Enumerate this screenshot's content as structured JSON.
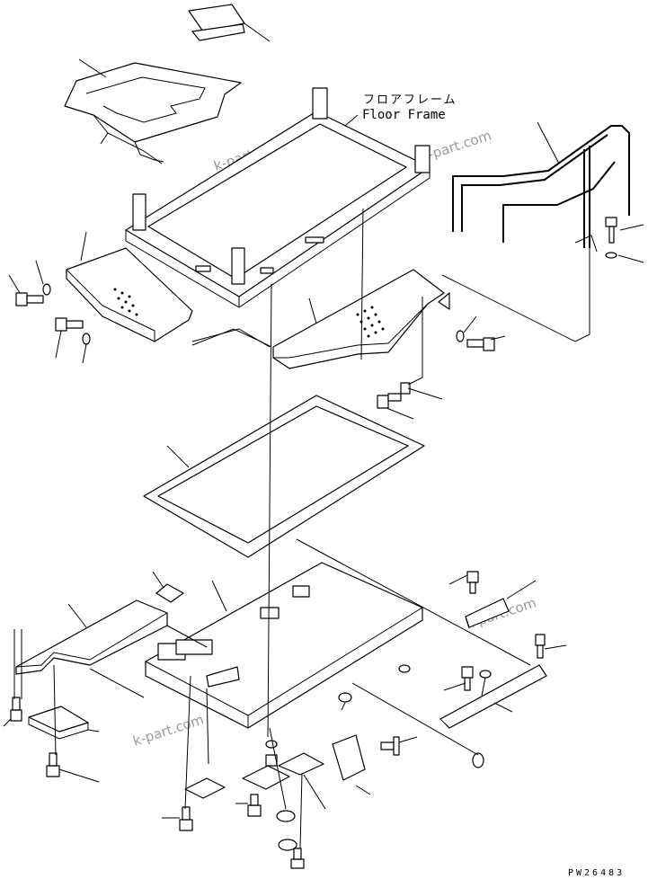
{
  "diagram": {
    "title_jp": "フロアフレーム",
    "title_en": "Floor Frame",
    "watermark": "k-part.com",
    "drawing_code": "PW26483"
  }
}
